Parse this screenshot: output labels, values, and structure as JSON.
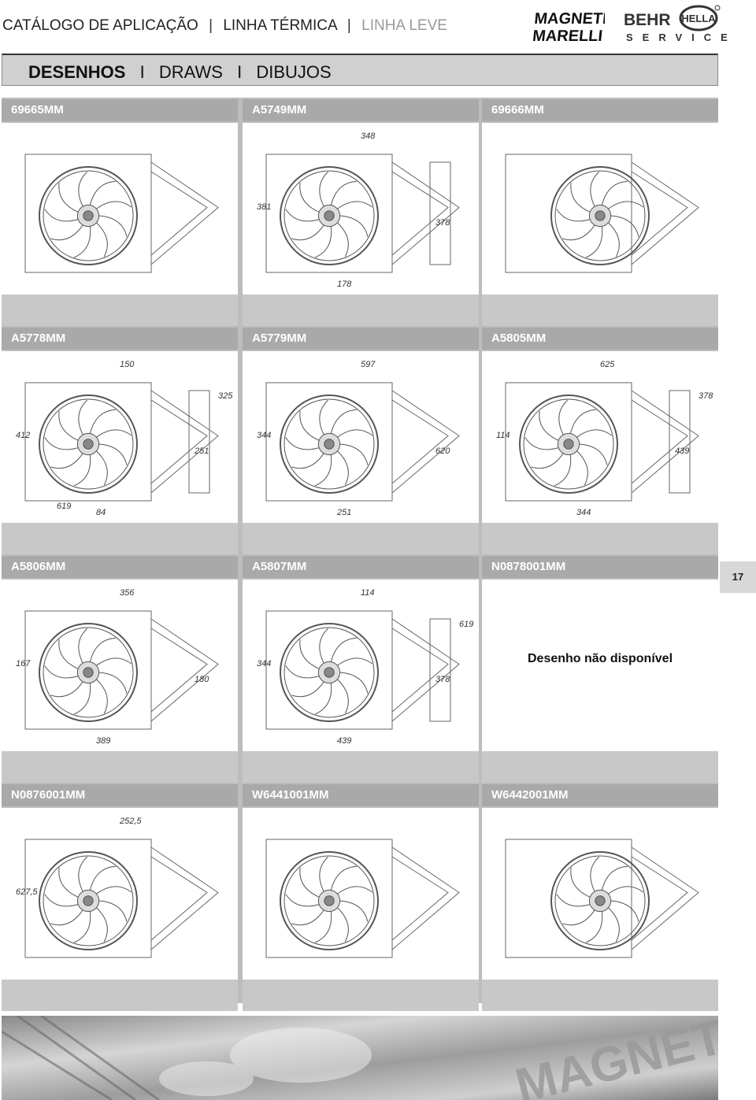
{
  "header": {
    "catalog": "CATÁLOGO DE APLICAÇÃO",
    "sep": "|",
    "line1": "LINHA TÉRMICA",
    "line2": "LINHA LEVE"
  },
  "brands": {
    "magneti_line1": "MAGNETI",
    "magneti_line2": "MARELLI",
    "behr": "BEHR",
    "hella": "HELLA",
    "service": "SERVICE"
  },
  "section_bar": {
    "t1": "DESENHOS",
    "sep": "I",
    "t2": "DRAWS",
    "t3": "DIBUJOS"
  },
  "page_number": "17",
  "not_available": "Desenho não disponível",
  "parts": [
    {
      "code": "69665MM",
      "dims": []
    },
    {
      "code": "A5749MM",
      "dims": [
        "348",
        "381",
        "178",
        "378"
      ]
    },
    {
      "code": "69666MM",
      "dims": []
    },
    {
      "code": "A5778MM",
      "dims": [
        "150",
        "412",
        "84",
        "251",
        "325",
        "619"
      ]
    },
    {
      "code": "A5779MM",
      "dims": [
        "597",
        "344",
        "251",
        "620"
      ]
    },
    {
      "code": "A5805MM",
      "dims": [
        "625",
        "114",
        "344",
        "439",
        "378"
      ]
    },
    {
      "code": "A5806MM",
      "dims": [
        "356",
        "167",
        "389",
        "180"
      ]
    },
    {
      "code": "A5807MM",
      "dims": [
        "114",
        "344",
        "439",
        "378",
        "619"
      ]
    },
    {
      "code": "N0878001MM",
      "dims": []
    },
    {
      "code": "N0876001MM",
      "dims": [
        "252,5",
        "627,5"
      ]
    },
    {
      "code": "W6441001MM",
      "dims": []
    },
    {
      "code": "W6442001MM",
      "dims": []
    }
  ],
  "colors": {
    "label_bg": "#a9a9a9",
    "bar_bg": "#d0d0d0",
    "frame_bg": "#bdbdbd"
  },
  "banner_text": "MAGNETI MARELLI"
}
